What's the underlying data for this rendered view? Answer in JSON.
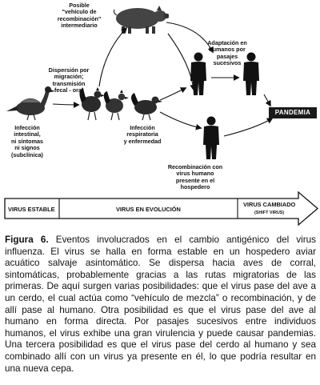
{
  "labels": {
    "pig": "Posible\n\"vehículo de\nrecombinación\"\nintermediario",
    "dispersion": "Dispersión por\nmigración;\ntransmisión\nfecal - oral",
    "adaptation": "Adaptación en\nhumanos por\npasajes\nsucesivos",
    "asymptomatic": "Infección\nintestinal,\nni síntomas\nni signos\n(subclínica)",
    "respiratory": "Infección\nrespiratoria\ny enfermedad",
    "recombination": "Recombinación con\nvirus humano\npresente en el\nhospedero",
    "pandemic": "PANDEMIA"
  },
  "timeline": {
    "stable": "VIRUS ESTABLE",
    "evolution": "VIRUS EN EVOLUCIÓN",
    "changed": "VIRUS CAMBIADO",
    "shift": "(SHIFT VIRUS)"
  },
  "caption": {
    "figure": "Figura 6.",
    "text": " Eventos involucrados en el cambio antigénico del virus influenza. El virus se halla en forma estable en un hospedero aviar acuático salvaje asintomático. Se dispersa hacia aves de corral, sintomáticas, probablemente gracias a las rutas migratorias de las primeras. De aquí surgen varias posibilidades: que el virus pase del ave a un cerdo, el cual actúa como “vehículo de mezcla” o recombinación, y de allí pase al humano. Otra posibilidad es que el virus pase del ave al humano en forma directa. Por pasajes sucesivos entre individuos humanos, el virus exhibe una gran virulencia y puede causar pandemias. Una tercera posibilidad es que el virus pase del cerdo al humano y sea combinado allí con un virus ya presente en él, lo que podría resultar en una nueva cepa."
  },
  "colors": {
    "ink": "#111111",
    "band": "#ffffff",
    "pandemic_bg": "#1a1a1a"
  },
  "icons": [
    "wild-duck-icon",
    "rooster-icon",
    "pig-icon",
    "human-icon"
  ]
}
